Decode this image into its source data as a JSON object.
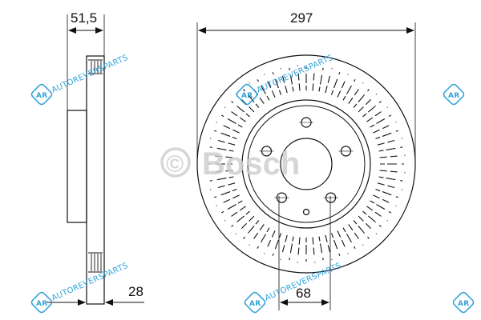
{
  "drawing": {
    "dimensions": {
      "thickness": "51,5",
      "diameter": "297",
      "min_thickness": "28",
      "hub_diameter": "68"
    },
    "vent_count": 72,
    "bolt_holes": 5
  },
  "watermarks": {
    "brand_text": "AUTOREVERSPARTS",
    "logo_letters": "AR",
    "bosch_text": "Bosch",
    "copyright_symbol": "©"
  },
  "colors": {
    "line": "#111111",
    "watermark_blue": "#1f9ad6",
    "bosch_gray": "#cfcfcf"
  }
}
